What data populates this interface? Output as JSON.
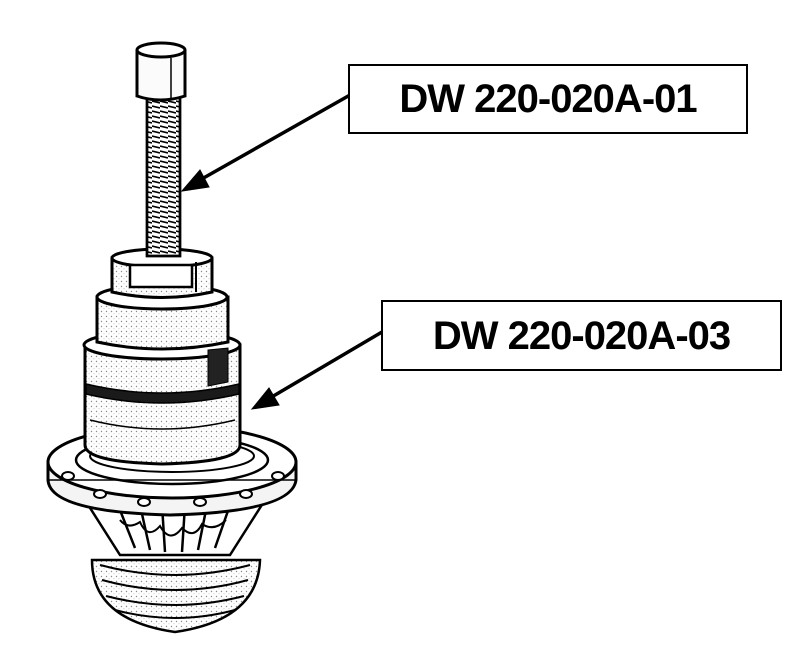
{
  "callouts": [
    {
      "label": "DW 220-020A-01",
      "target": "threaded-spindle"
    },
    {
      "label": "DW 220-020A-03",
      "target": "puller-sleeve"
    }
  ],
  "colors": {
    "ink": "#000000",
    "paper": "#ffffff",
    "stipple": "#9a9a9a"
  }
}
